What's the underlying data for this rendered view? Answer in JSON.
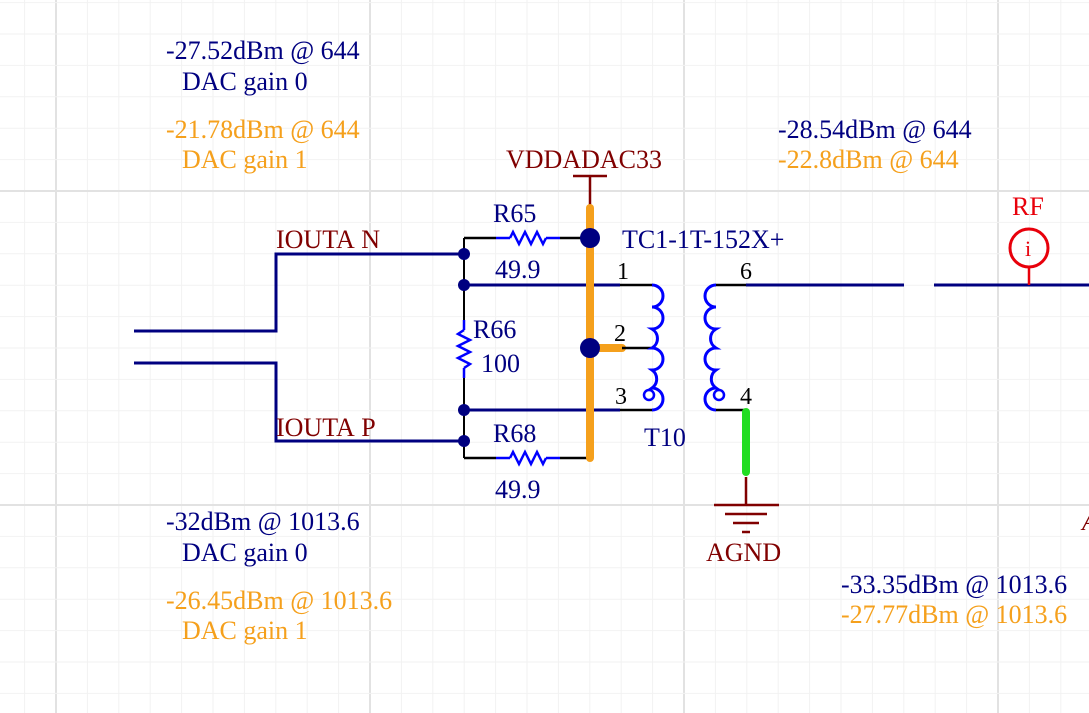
{
  "colors": {
    "wire": "#000080",
    "net_label": "#800000",
    "highlight_net": "#f5a01c",
    "ground_net": "#22dd22",
    "pin": "#000000",
    "component": "#0000ff",
    "port": "#e8000b",
    "gain0_text": "#000080",
    "gain1_text": "#f5a01c"
  },
  "annotations": {
    "input_644": {
      "gain0_level": "-27.52dBm @ 644",
      "gain0_label": "DAC gain 0",
      "gain1_level": "-21.78dBm @ 644",
      "gain1_label": "DAC gain 1"
    },
    "input_1013": {
      "gain0_level": "-32dBm @ 1013.6",
      "gain0_label": "DAC gain 0",
      "gain1_level": "-26.45dBm @ 1013.6",
      "gain1_label": "DAC gain 1"
    },
    "output_644": {
      "gain0_level": "-28.54dBm @ 644",
      "gain1_level": "-22.8dBm @ 644"
    },
    "output_1013": {
      "gain0_level": "-33.35dBm @ 1013.6",
      "gain1_level": "-27.77dBm @ 1013.6"
    }
  },
  "nets": {
    "iouta_n": "IOUTA_N",
    "iouta_p": "IOUTA_P",
    "vdd": "VDDADAC33",
    "gnd": "AGND",
    "partial_right": "A"
  },
  "components": {
    "r65": {
      "designator": "R65",
      "value": "49.9"
    },
    "r66": {
      "designator": "R66",
      "value": "100"
    },
    "r68": {
      "designator": "R68",
      "value": "49.9"
    },
    "t10": {
      "designator": "T10",
      "part": "TC1-1T-152X+",
      "pins": {
        "p1": "1",
        "p2": "2",
        "p3": "3",
        "p4": "4",
        "p6": "6"
      }
    }
  },
  "ports": {
    "rf": {
      "name": "RF",
      "glyph": "i"
    }
  }
}
